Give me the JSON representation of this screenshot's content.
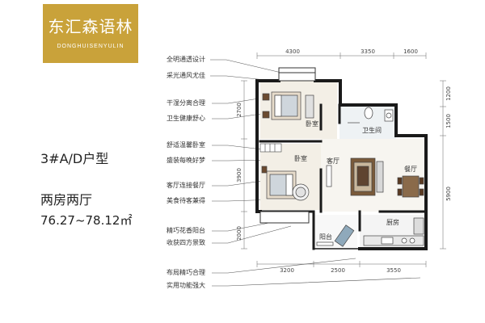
{
  "brand": {
    "title": "东汇森语林",
    "subtitle": "DONGHUISENYULIN",
    "color": "#c9a23a"
  },
  "unit": {
    "id": "3#A/D户型",
    "layout": "两房两厅",
    "area": "76.27~78.12㎡"
  },
  "notes": [
    "全明通透设计",
    "采光通风尤佳",
    "干湿分离合理",
    "卫生健康舒心",
    "舒适温馨卧室",
    "盛装每晚好梦",
    "客厅连接餐厅",
    "美食待客兼得",
    "精巧花香阳台",
    "收获四方景致",
    "布局精巧合理",
    "实用功能强大"
  ],
  "dimensions": {
    "top": [
      "4300",
      "3350",
      "1600"
    ],
    "bottom": [
      "3200",
      "2500",
      "3550"
    ],
    "left": [
      "2700",
      "3900",
      "2000"
    ],
    "right": [
      "1200",
      "1500",
      "5900"
    ]
  },
  "rooms": {
    "bedroom_top": "卧室",
    "bathroom": "卫生间",
    "bedroom_bottom": "卧室",
    "living": "客厅",
    "dining": "餐厅",
    "kitchen": "厨房",
    "balcony": "阳台"
  }
}
